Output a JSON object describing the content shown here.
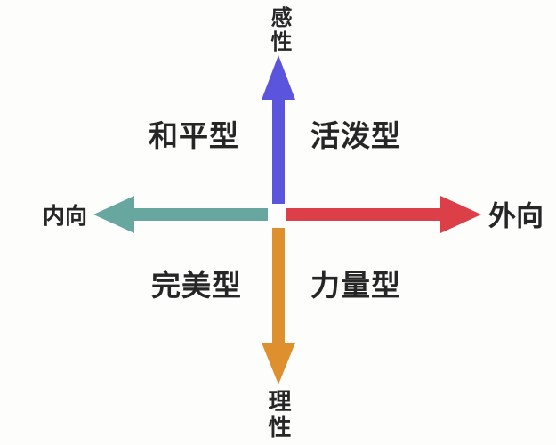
{
  "diagram": {
    "title_hint": "personality-types-quadrant-diagram",
    "background": "#fdfdfb",
    "text_color": "#262626",
    "axes": {
      "top": {
        "label": "感性",
        "color": "#5b55dd"
      },
      "bottom": {
        "label": "理性",
        "color": "#de8f2e"
      },
      "left": {
        "label": "内向",
        "color": "#68a79f"
      },
      "right": {
        "label": "外向",
        "color": "#dd3f48"
      }
    },
    "quadrants": {
      "top_left": "和平型",
      "top_right": "活泼型",
      "bottom_left": "完美型",
      "bottom_right": "力量型"
    }
  }
}
